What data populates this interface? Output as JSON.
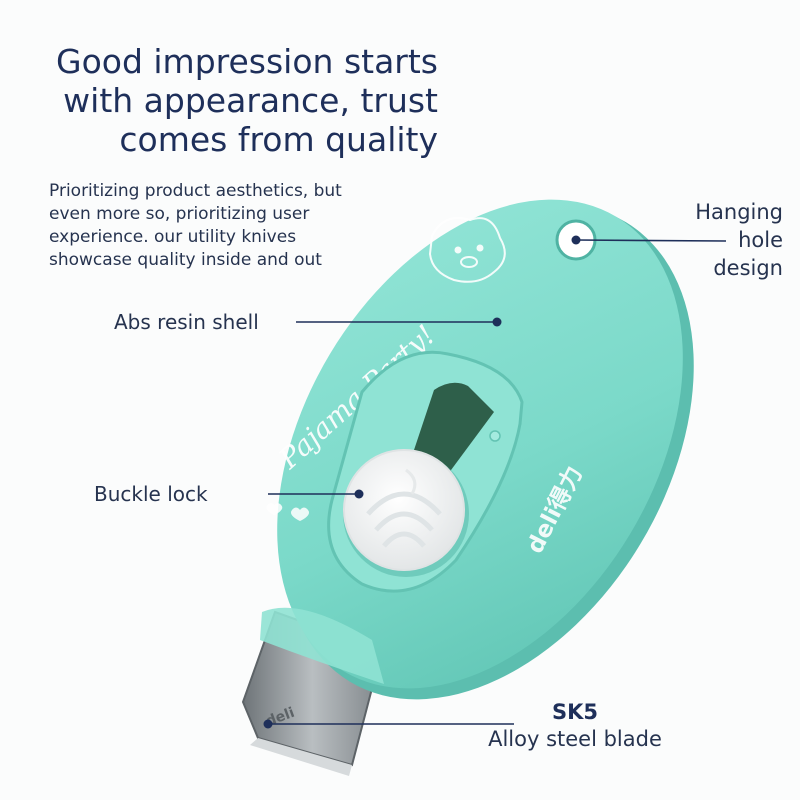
{
  "headline": {
    "line1": "Good impression starts",
    "line2": "with appearance, trust",
    "line3": "comes from quality"
  },
  "description": {
    "line1": "Prioritizing product aesthetics, but",
    "line2": "even more so, prioritizing user",
    "line3": "experience. our utility knives",
    "line4": "showcase quality inside and out"
  },
  "callouts": {
    "shell": "Abs resin shell",
    "buckle": "Buckle lock",
    "hole_line1": "Hanging",
    "hole_line2": "hole",
    "hole_line3": "design",
    "blade_strong": "SK5",
    "blade_text": "Alloy steel blade"
  },
  "product": {
    "shell_text": "Pajama Party!",
    "brand_text": "deli得力",
    "blade_brand": "deli",
    "shell_color": "#7fdccd",
    "shell_shadow": "#5fc2b3",
    "blade_color": "#8f9498",
    "text_color": "#1e2f5a"
  }
}
